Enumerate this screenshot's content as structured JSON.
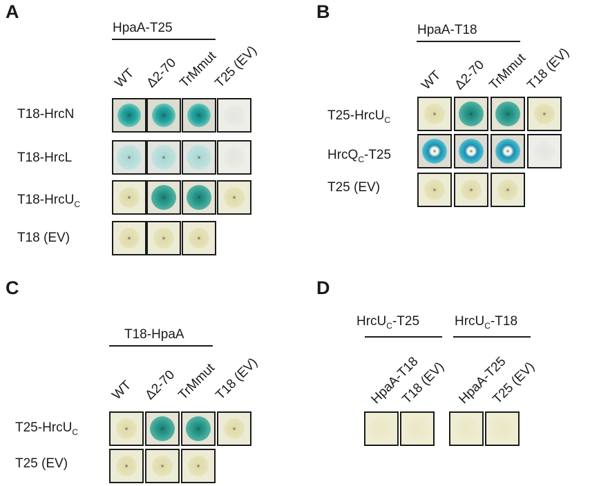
{
  "panels": [
    {
      "letter": "A",
      "header": "HpaA-T25",
      "columns": [
        "WT",
        "Δ2-70",
        "TrMmut",
        "T25 (EV)"
      ],
      "rows": [
        {
          "label": "T18-HrcN",
          "sub": ""
        },
        {
          "label": "T18-HrcL",
          "sub": ""
        },
        {
          "label": "T18-HrcU",
          "sub": "C"
        },
        {
          "label": "T18 (EV)",
          "sub": ""
        }
      ],
      "cells": [
        [
          "teal-strong",
          "teal-strong",
          "teal-strong",
          "clear"
        ],
        [
          "teal-faint",
          "teal-faint",
          "teal-faint",
          "clear"
        ],
        [
          "cream",
          "teal-speckled",
          "teal-speckled",
          "cream"
        ],
        [
          "cream",
          "cream",
          "cream"
        ]
      ]
    },
    {
      "letter": "B",
      "header": "HpaA-T18",
      "columns": [
        "WT",
        "Δ2-70",
        "TrMmut",
        "T18 (EV)"
      ],
      "rows": [
        {
          "label": "T25-HrcU",
          "sub": "C"
        },
        {
          "label": "HrcQ",
          "sub": "C",
          "suffix": "-T25"
        },
        {
          "label": "T25 (EV)",
          "sub": ""
        }
      ],
      "cells": [
        [
          "cream",
          "teal-speckled",
          "teal-speckled",
          "cream"
        ],
        [
          "teal-ring",
          "teal-ring",
          "teal-ring",
          "clear"
        ],
        [
          "cream",
          "cream",
          "cream"
        ]
      ]
    },
    {
      "letter": "C",
      "header": "T18-HpaA",
      "columns": [
        "WT",
        "Δ2-70",
        "TrMmut",
        "T18 (EV)"
      ],
      "rows": [
        {
          "label": "T25-HrcU",
          "sub": "C"
        },
        {
          "label": "T25 (EV)",
          "sub": ""
        }
      ],
      "cells": [
        [
          "cream",
          "teal-speckled",
          "teal-speckled",
          "cream"
        ],
        [
          "cream",
          "cream",
          "cream"
        ]
      ]
    },
    {
      "letter": "D",
      "groups": [
        {
          "label": "HrcU",
          "sub": "C",
          "suffix": "-T25",
          "columns": [
            "HpaA-T18",
            "T18 (EV)"
          ]
        },
        {
          "label": "HrcU",
          "sub": "C",
          "suffix": "-T18",
          "columns": [
            "HpaA-T25",
            "T25 (EV)"
          ]
        }
      ],
      "cells": [
        [
          "pale",
          "pale"
        ],
        [
          "pale",
          "pale"
        ]
      ]
    }
  ],
  "colors": {
    "teal": "#2aa8a0",
    "cream": "#e6e2b8",
    "plate": "#ecebd6"
  }
}
